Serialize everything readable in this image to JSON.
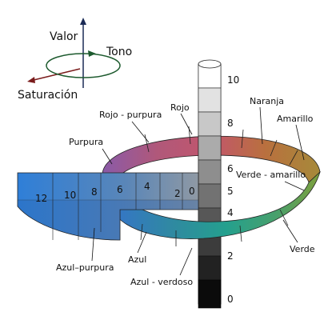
{
  "axes": {
    "value_label": "Valor",
    "hue_label": "Tono",
    "saturation_label": "Saturación",
    "value_color": "#1a2a55",
    "hue_color": "#1d5a2e",
    "saturation_color": "#7a1c1c"
  },
  "value_scale": [
    "10",
    "8",
    "6",
    "5",
    "4",
    "2",
    "0"
  ],
  "saturation_scale": [
    "12",
    "10",
    "8",
    "6",
    "4",
    "2",
    "0"
  ],
  "hues": {
    "rojo": "Rojo",
    "rojo_purpura": "Rojo - purpura",
    "purpura": "Purpura",
    "azul_purpura": "Azul–purpura",
    "azul": "Azul",
    "azul_verdoso": "Azul - verdoso",
    "verde": "Verde",
    "verde_amarillo": "Verde - amarillo",
    "amarillo": "Amarillo",
    "naranja": "Naranja"
  },
  "colors": {
    "blue_slab": "#2f7fd8",
    "ring_red": "#c2566c",
    "ring_orange": "#b9703e",
    "ring_yellow": "#8ea03a",
    "ring_green": "#4aa06a",
    "ring_teal": "#24a08e",
    "ring_purple": "#8a5aa8"
  }
}
